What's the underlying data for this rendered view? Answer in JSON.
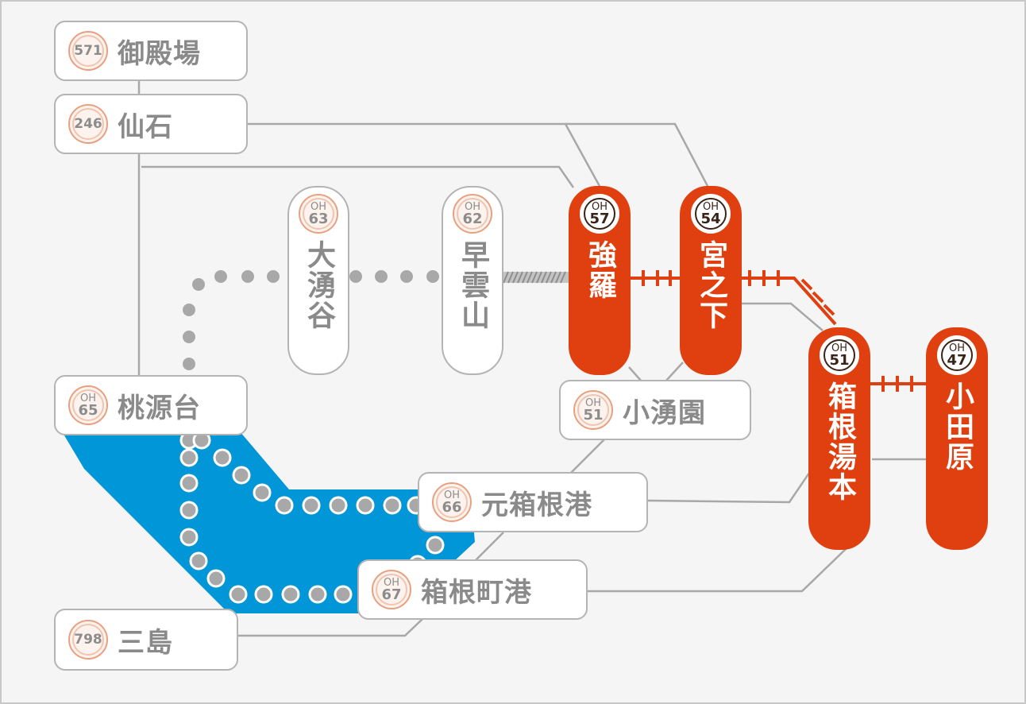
{
  "colors": {
    "rail_active": "#e04010",
    "lake": "#0096d8",
    "route_gray": "#a8a8a8",
    "badge_ring": "#e8a080"
  },
  "stations": {
    "gotemba": {
      "number": "571",
      "name": "御殿場"
    },
    "sengoku": {
      "number": "246",
      "name": "仙石"
    },
    "togendai": {
      "prefix": "OH",
      "number": "65",
      "name": "桃源台"
    },
    "mishima": {
      "number": "798",
      "name": "三島"
    },
    "owakudani": {
      "prefix": "OH",
      "number": "63",
      "name": "大湧谷"
    },
    "sounzan": {
      "prefix": "OH",
      "number": "62",
      "name": "早雲山"
    },
    "gora": {
      "prefix": "OH",
      "number": "57",
      "name": "強羅"
    },
    "miyanoshita": {
      "prefix": "OH",
      "number": "54",
      "name": "宮之下"
    },
    "kowakien": {
      "prefix": "OH",
      "number": "51",
      "name": "小湧園"
    },
    "hakone_yumoto": {
      "prefix": "OH",
      "number": "51",
      "name": "箱根湯本"
    },
    "odawara": {
      "prefix": "OH",
      "number": "47",
      "name": "小田原"
    },
    "motohakone_ko": {
      "prefix": "OH",
      "number": "66",
      "name": "元箱根港"
    },
    "hakonemachi_ko": {
      "prefix": "OH",
      "number": "67",
      "name": "箱根町港"
    }
  }
}
